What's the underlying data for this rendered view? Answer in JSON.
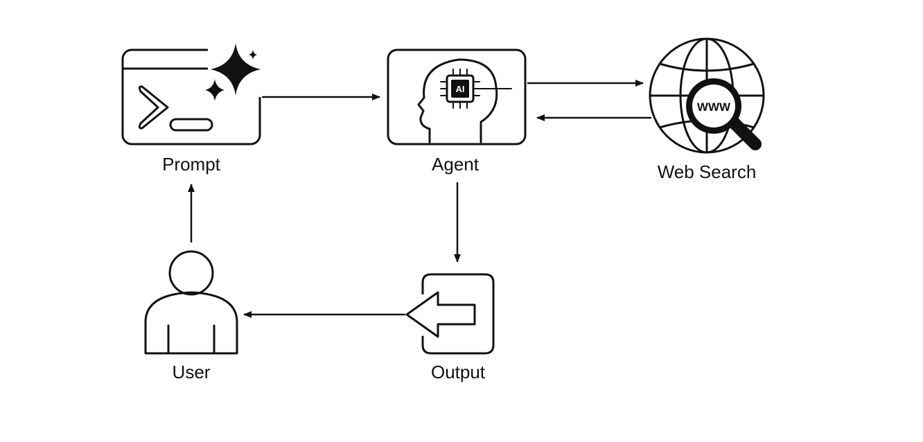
{
  "nodes": {
    "prompt": {
      "label": "Prompt",
      "icon": "terminal-sparkle-icon"
    },
    "agent": {
      "label": "Agent",
      "icon": "ai-head-chip-icon",
      "chip_text": "AI"
    },
    "web_search": {
      "label": "Web Search",
      "icon": "globe-search-icon",
      "lens_text": "WWW"
    },
    "output": {
      "label": "Output",
      "icon": "output-arrow-icon"
    },
    "user": {
      "label": "User",
      "icon": "user-icon"
    }
  },
  "edges": [
    {
      "from": "prompt",
      "to": "agent"
    },
    {
      "from": "agent",
      "to": "web_search"
    },
    {
      "from": "web_search",
      "to": "agent"
    },
    {
      "from": "agent",
      "to": "output"
    },
    {
      "from": "output",
      "to": "user"
    },
    {
      "from": "user",
      "to": "prompt"
    }
  ],
  "colors": {
    "ink": "#111111",
    "background": "#ffffff"
  }
}
